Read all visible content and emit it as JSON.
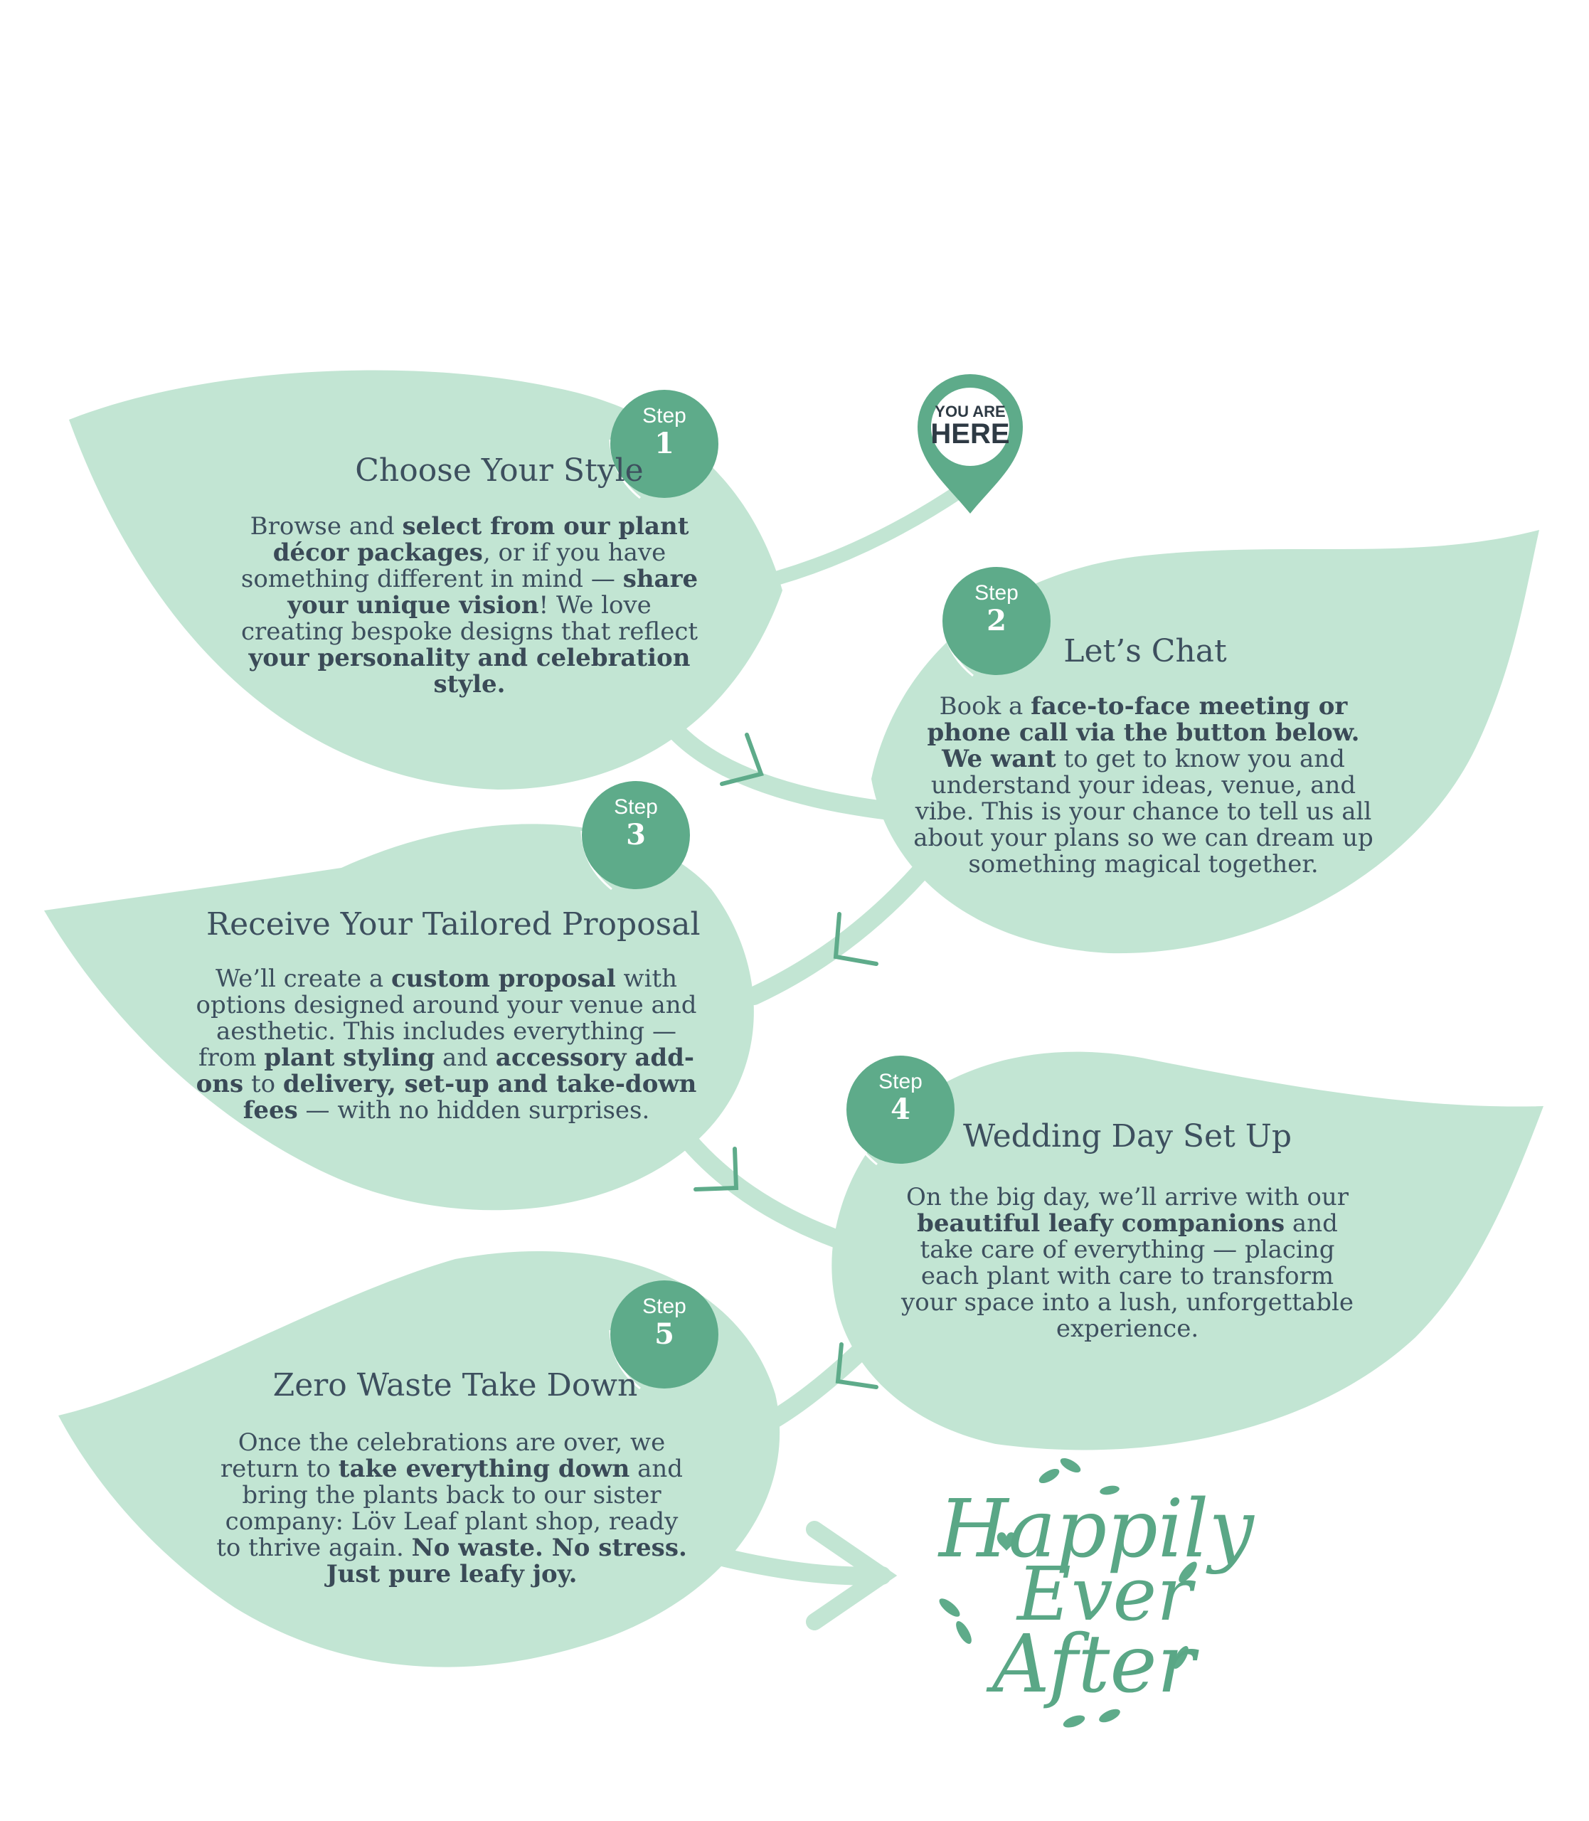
{
  "pin": {
    "line1": "YOU ARE",
    "line2": "HERE"
  },
  "steps": [
    {
      "label": "Step",
      "number": "1",
      "title": "Choose Your Style",
      "html": "Browse and <b>select from our plant d&eacute;cor packages</b>, or if you have something different in mind &mdash; <b>share your unique vision</b>! We love creating bespoke designs that reflect <b>your personality and celebration style.</b>"
    },
    {
      "label": "Step",
      "number": "2",
      "title": "Let’s Chat",
      "html": "Book a <b>face-to-face meeting or phone call via the button below. We want</b> to get to know you and understand your ideas, venue, and vibe. This is your chance to tell us all about your plans so we can dream up something magical together."
    },
    {
      "label": "Step",
      "number": "3",
      "title": "Receive Your Tailored Proposal",
      "html": "We&rsquo;ll create a <b>custom proposal</b> with options designed around your venue and aesthetic. This includes everything &mdash; from <b>plant styling</b> and <b>accessory add-ons</b> to <b>delivery, set-up and take-down fees</b> &mdash; with no hidden surprises."
    },
    {
      "label": "Step",
      "number": "4",
      "title": "Wedding Day Set Up",
      "html": "On the big day, we&rsquo;ll arrive with our <b>beautiful leafy companions</b> and take care of everything &mdash; placing each plant with care to transform your space into a lush, unforgettable experience."
    },
    {
      "label": "Step",
      "number": "5",
      "title": "Zero Waste Take Down",
      "html": "Once the celebrations are over, we return to <b>take everything down</b> and bring the plants back to our sister company: L&ouml;v Leaf plant shop, ready to thrive again. <b>No waste. No stress. Just pure leafy joy.</b>"
    }
  ],
  "ending": {
    "line1": "Happily",
    "line2": "Ever",
    "line3": "After"
  },
  "colors": {
    "leaf": "#c2e5d3",
    "badge": "#5eab8a",
    "text": "#3d4f5e",
    "pin": "#5eab8a"
  }
}
